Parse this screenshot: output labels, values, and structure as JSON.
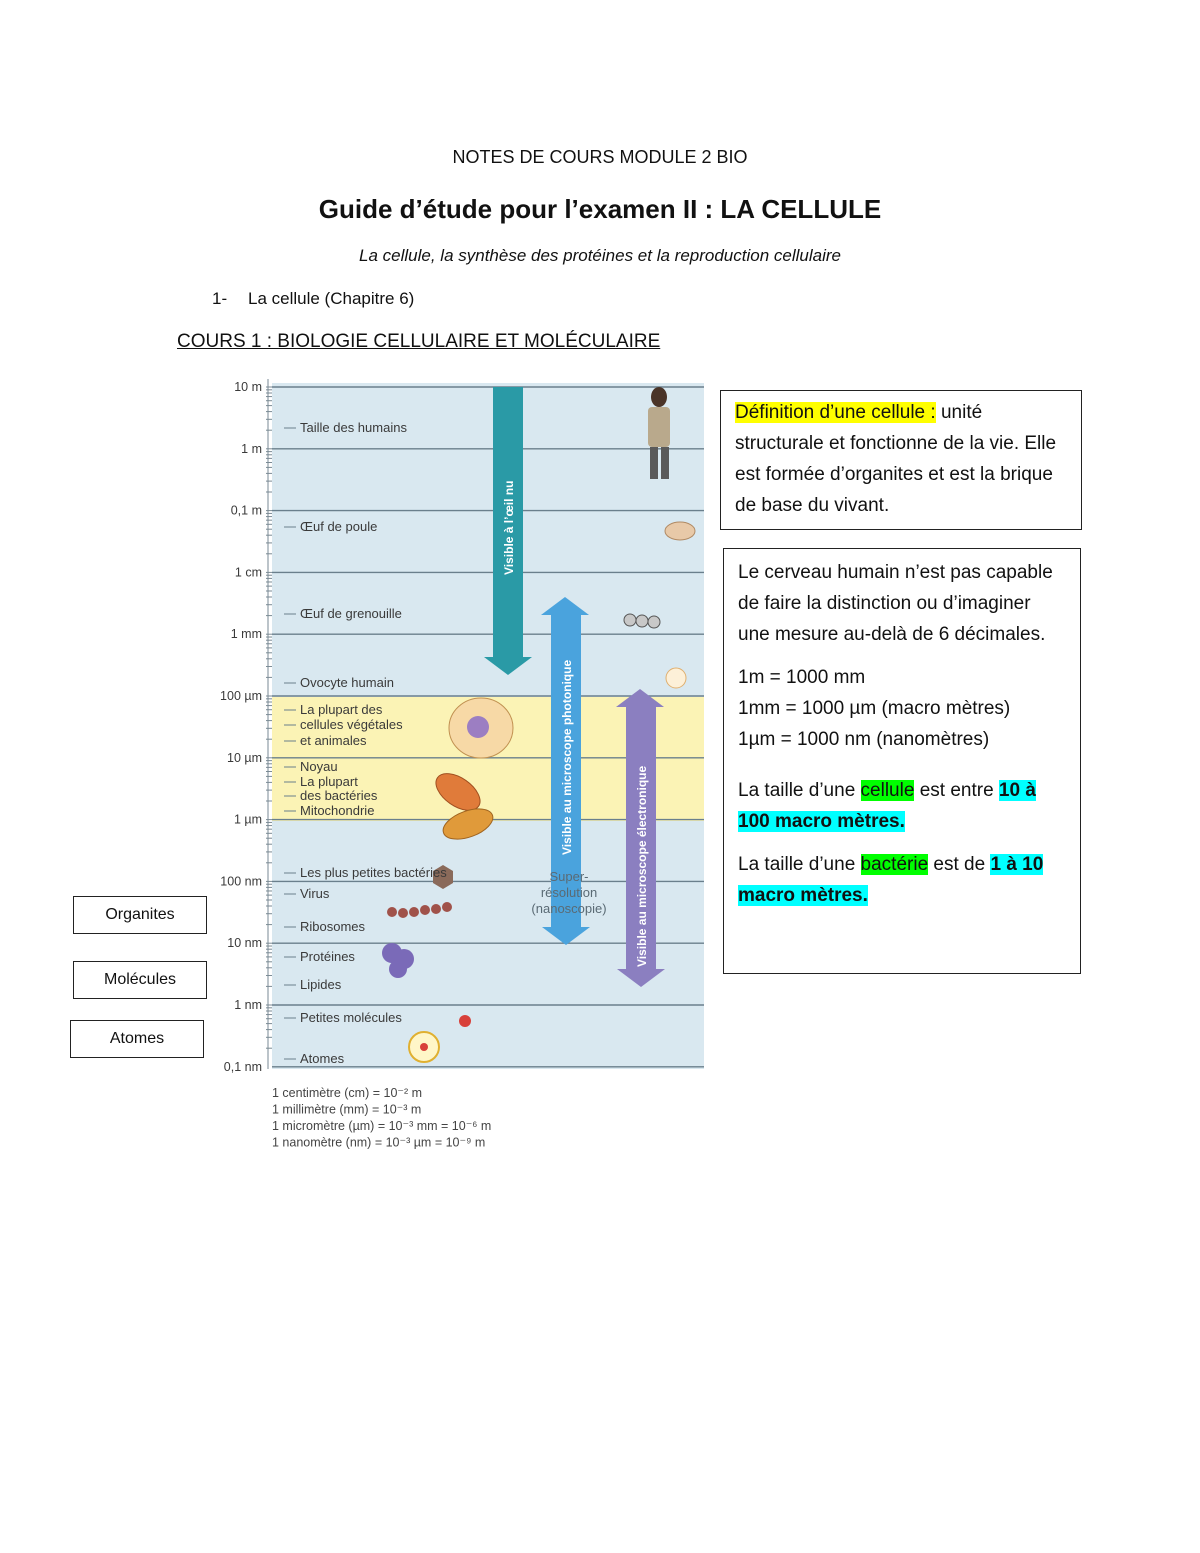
{
  "header": "NOTES DE COURS MODULE 2 BIO",
  "title": "Guide d’étude pour l’examen II : LA CELLULE",
  "subtitle": "La cellule, la synthèse des protéines et la reproduction cellulaire",
  "section": {
    "number": "1-",
    "label": "La cellule (Chapitre 6)"
  },
  "course_heading": "COURS 1 : BIOLOGIE CELLULAIRE ET MOLÉCULAIRE",
  "figure": {
    "scale": [
      "10 m",
      "1 m",
      "0,1 m",
      "1 cm",
      "1 mm",
      "100 µm",
      "10 µm",
      "1 µm",
      "100 nm",
      "10 nm",
      "1 nm",
      "0,1 nm"
    ],
    "labels": [
      "Taille des humains",
      "Œuf de poule",
      "Œuf de grenouille",
      "Ovocyte humain",
      "La plupart des",
      "cellules végétales",
      "et animales",
      "Noyau",
      "La plupart",
      "des bactéries",
      "Mitochondrie",
      "Les plus petites bactéries",
      "Virus",
      "Ribosomes",
      "Protéines",
      "Lipides",
      "Petites molécules",
      "Atomes"
    ],
    "arrows": {
      "eye": "Visible à l’œil nu",
      "light": "Visible au microscope photonique",
      "electron": "Visible au microscope électronique"
    },
    "super_resolution": [
      "Super-",
      "résolution",
      "(nanoscopie)"
    ],
    "footnotes": [
      "1 centimètre (cm) = 10⁻² m",
      "1 millimètre (mm) = 10⁻³ m",
      "1 micromètre (µm) = 10⁻³ mm = 10⁻⁶ m",
      "1 nanomètre (nm) = 10⁻³ µm = 10⁻⁹ m"
    ],
    "colors": {
      "background": "#d9e8f0",
      "yellow_band": "#fbf3b5",
      "eye_arrow": "#2a9aa6",
      "light_arrow": "#4aa3dd",
      "electron_arrow": "#8b7fc0"
    }
  },
  "side_boxes": {
    "organites": "Organites",
    "molecules": "Molécules",
    "atomes": "Atomes"
  },
  "definition": {
    "term": "Définition d’une cellule :",
    "rest": " unité structurale et fonctionne de la vie. Elle est formée d’organites et est la brique de base du vivant."
  },
  "brain_note": {
    "intro": "Le cerveau humain n’est pas capable de faire la distinction ou d’imaginer une mesure au-delà de 6 décimales.",
    "conversions": [
      "1m = 1000 mm",
      "1mm = 1000 µm (macro mètres)",
      "1µm = 1000 nm (nanomètres)"
    ],
    "cell_size": {
      "prefix": "La taille d’une ",
      "word": "cellule",
      "middle": " est entre ",
      "value": "10 à 100 macro mètres."
    },
    "bacteria_size": {
      "prefix": "La taille d’une ",
      "word": "bactérie",
      "middle": " est de ",
      "value": "1 à 10 macro mètres."
    }
  }
}
